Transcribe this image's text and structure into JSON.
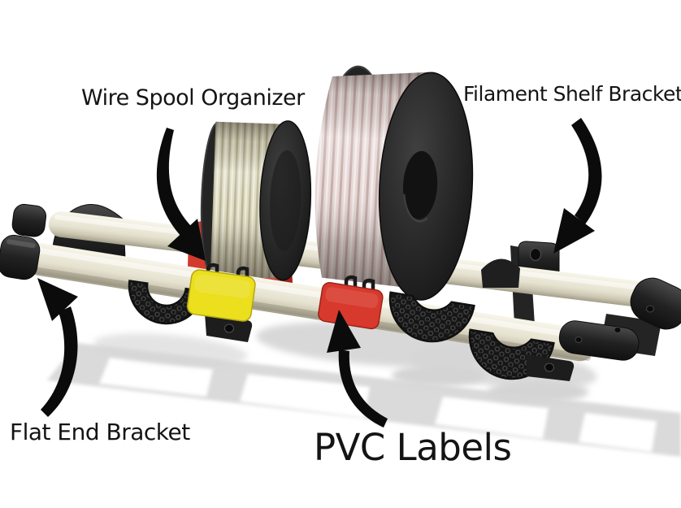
{
  "scene": {
    "description": "3D render of a wall-mounted PVC pipe spool shelf with annotated parts",
    "background_color": "#ffffff"
  },
  "annotations": [
    {
      "id": "wire-spool-organizer",
      "label": "Wire Spool Organizer",
      "points_to": "red spool cradle between the two spools"
    },
    {
      "id": "filament-shelf-bracket",
      "label": "Filament Shelf Bracket",
      "points_to": "black wall bracket mounting tab with screw hole"
    },
    {
      "id": "flat-end-bracket",
      "label": "Flat End Bracket",
      "points_to": "black cap on the left end of the front pipe"
    },
    {
      "id": "pvc-labels",
      "label": "PVC Labels",
      "points_to": "red label clipped onto the front pipe"
    }
  ],
  "parts_palette": {
    "pipe_cream": "#e8e4d3",
    "bracket_black": "#222222",
    "organizer_red": "#d23a2e",
    "label_yellow": "#ebdf1e",
    "label_red": "#d7392c",
    "filament_pink": "#e6d6d4",
    "wire_cream": "#dbd8ba",
    "shadow_gray": "#d6d6d6",
    "annotation_text": "#141414"
  }
}
